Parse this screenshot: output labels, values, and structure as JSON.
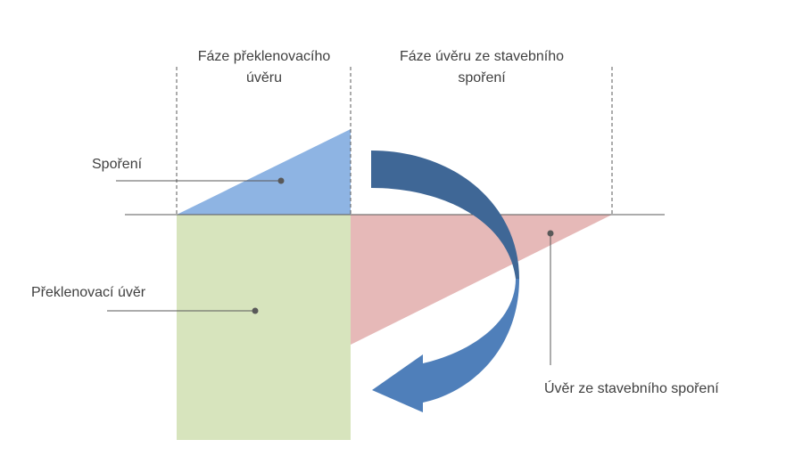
{
  "phases": {
    "bridging": "Fáze překlenovacího úvěru",
    "building_savings_loan": "Fáze úvěru ze stavebního spoření"
  },
  "labels": {
    "savings": "Spoření",
    "bridging_loan": "Překlenovací úvěr",
    "building_savings_loan": "Úvěr ze stavebního spoření"
  },
  "colors": {
    "savings": "#8EB4E3",
    "bridging_loan": "#D7E4BD",
    "building_savings_loan": "#E6B9B8",
    "arrow_top": "#3F6796",
    "arrow_bottom": "#4F7FBA",
    "lines": "#595959"
  }
}
